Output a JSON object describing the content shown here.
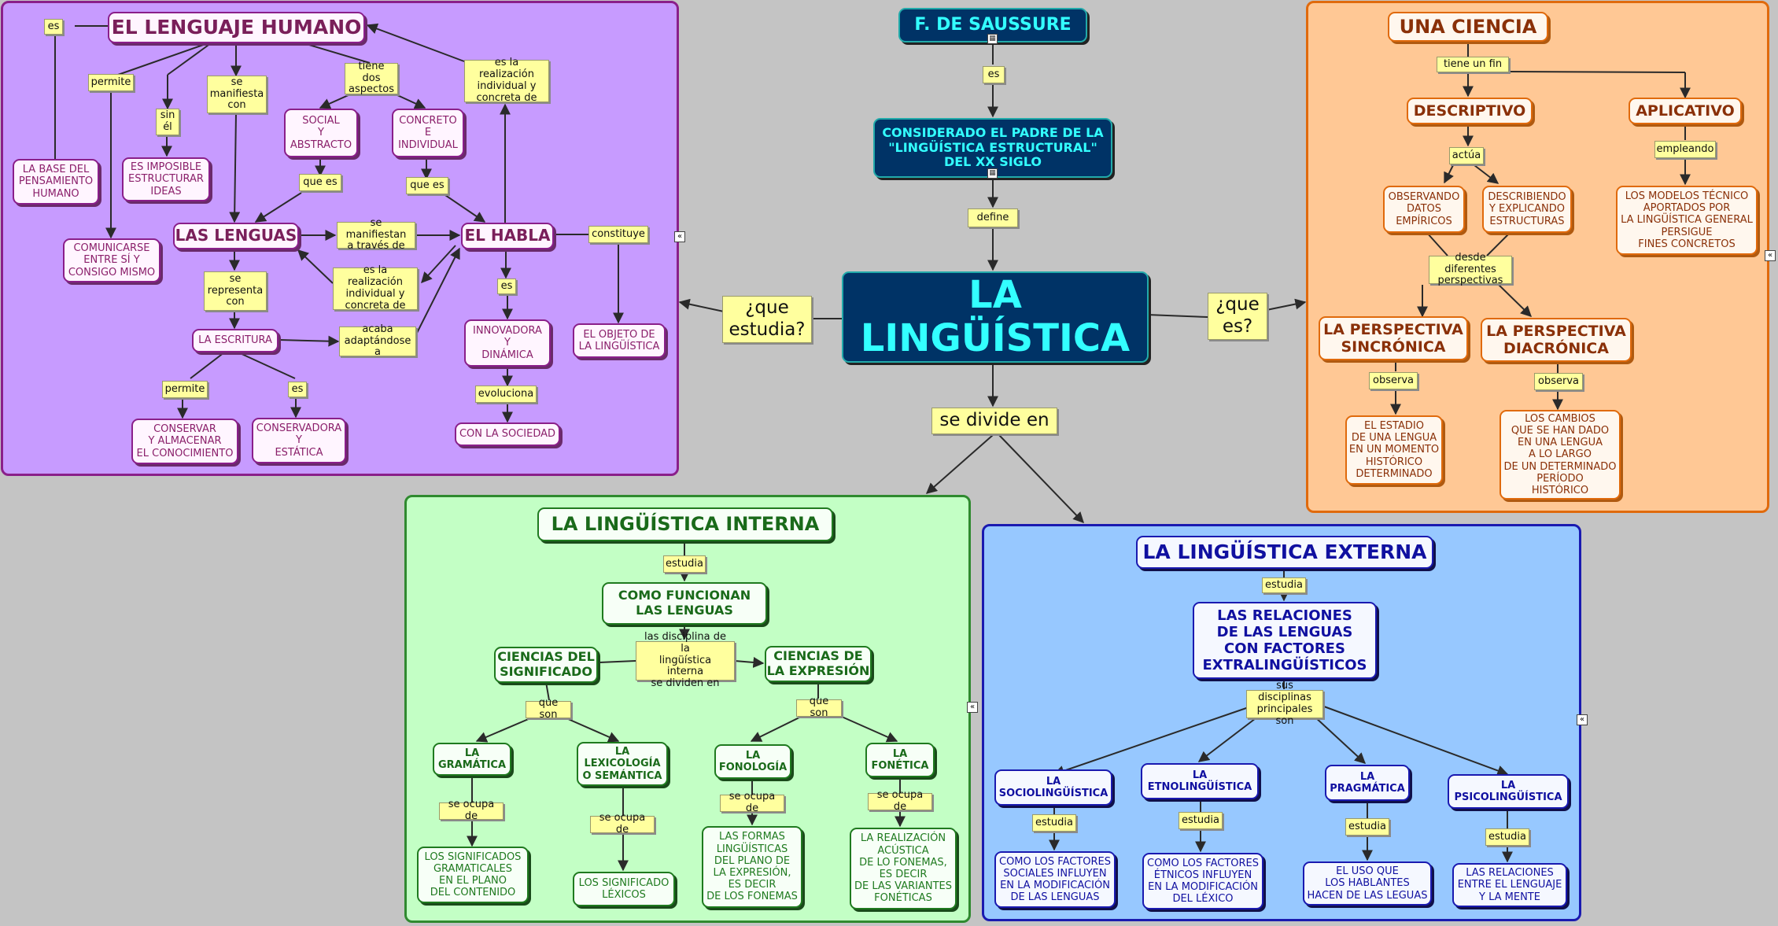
{
  "central": {
    "main": "LA\nLINGÜÍSTICA",
    "saussure": "F. DE SAUSSURE",
    "es": "es",
    "padre": "CONSIDERADO EL PADRE DE LA\n\"LINGÜÍSTICA ESTRUCTURAL\"\nDEL XX SIGLO",
    "define": "define",
    "que_estudia": "¿que\nestudia?",
    "que_es": "¿que\nes?",
    "se_divide": "se divide en"
  },
  "humano": {
    "title": "EL LENGUAJE HUMANO",
    "es_label": "es",
    "base": "LA BASE DEL\nPENSAMIENTO\nHUMANO",
    "permite": "permite",
    "comunicarse": "COMUNICARSE\nENTRE SÍ Y\nCONSIGO MISMO",
    "sin_el": "sin\nél",
    "imposible": "ES IMPOSIBLE\nESTRUCTURAR\nIDEAS",
    "se_manifiesta_con": "se\nmanifiesta\ncon",
    "tiene_dos": "tiene dos\naspectos",
    "social": "SOCIAL\nY\nABSTRACTO",
    "concreto": "CONCRETO\nE\nINDIVIDUAL",
    "que_es_1": "que es",
    "que_es_2": "que es",
    "realizacion_top": "es la realización\nindividual y\nconcreta de",
    "lenguas": "LAS LENGUAS",
    "habla": "EL HABLA",
    "se_manifiestan": "se manifiestan\na través de",
    "realizacion_mid": "es la realización\nindividual y\nconcreta de",
    "constituye": "constituye",
    "objeto": "EL OBJETO DE\nLA LINGÜÍSTICA",
    "se_representa": "se\nrepresenta\ncon",
    "escritura": "LA ESCRITURA",
    "acaba": "acaba\nadaptándose a",
    "permite_2": "permite",
    "es_2": "es",
    "conservar": "CONSERVAR\nY ALMACENAR\nEL CONOCIMIENTO",
    "conservadora": "CONSERVADORA\nY\nESTÁTICA",
    "es_3": "es",
    "innovadora": "INNOVADORA\nY\nDINÁMICA",
    "evoluciona": "evoluciona",
    "sociedad": "CON LA SOCIEDAD"
  },
  "ciencia": {
    "title": "UNA CIENCIA",
    "tiene_fin": "tiene un fin",
    "descriptivo": "DESCRIPTIVO",
    "aplicativo": "APLICATIVO",
    "actua": "actúa",
    "empleando": "empleando",
    "observando": "OBSERVANDO\nDATOS\nEMPÍRICOS",
    "describiendo": "DESCRIBIENDO\nY EXPLICANDO\nESTRUCTURAS",
    "modelos": "LOS MODELOS TÉCNICO\nAPORTADOS POR\nLA LINGÜÍSTICA GENERAL\nPERSIGUE\nFINES CONCRETOS",
    "desde": "desde diferentes\nperspectivas",
    "sincronica": "LA PERSPECTIVA\nSINCRÓNICA",
    "diacronica": "LA PERSPECTIVA\nDIACRÓNICA",
    "observa_1": "observa",
    "observa_2": "observa",
    "estadio": "EL ESTADIO\nDE UNA LENGUA\nEN UN MOMENTO\nHISTÓRICO\nDETERMINADO",
    "cambios": "LOS CAMBIOS\nQUE SE HAN DADO\nEN UNA LENGUA\nA LO LARGO\nDE UN DETERMINADO\nPERÍODO\nHISTÓRICO"
  },
  "interna": {
    "title": "LA LINGÜÍSTICA INTERNA",
    "estudia": "estudia",
    "como": "COMO FUNCIONAN\nLAS LENGUAS",
    "disciplina": "las disciplina de la\nlingüística interna\nse dividen en",
    "significado": "CIENCIAS DEL\nSIGNIFICADO",
    "expresion": "CIENCIAS DE\nLA EXPRESIÓN",
    "que_son_1": "que son",
    "que_son_2": "que son",
    "gramatica": "LA\nGRAMÁTICA",
    "lexicologia": "LA\nLEXICOLOGÍA\nO SEMÁNTICA",
    "fonologia": "LA\nFONOLOGÍA",
    "fonetica": "LA\nFONÉTICA",
    "ocupa_1": "se ocupa de",
    "ocupa_2": "se ocupa de",
    "ocupa_3": "se ocupa de",
    "ocupa_4": "se ocupa de",
    "sig_gram": "LOS SIGNIFICADOS\nGRAMATICALES\nEN EL PLANO\nDEL CONTENIDO",
    "sig_lex": "LOS SIGNIFICADO\nLÉXICOS",
    "formas": "LAS FORMAS\nLINGÜÍSTICAS\nDEL PLANO DE\nLA EXPRESIÓN,\nES DECIR\nDE LOS FONEMAS",
    "realizacion": "LA REALIZACIÓN\nACÚSTICA\nDE LO FONEMAS,\nES DECIR\nDE LAS VARIANTES\nFONÉTICAS"
  },
  "externa": {
    "title": "LA LINGÜÍSTICA EXTERNA",
    "estudia": "estudia",
    "relaciones": "LAS RELACIONES\nDE LAS LENGUAS\nCON FACTORES\nEXTRALINGÜÍSTICOS",
    "sus_disc": "sus disciplinas\nprincipales son",
    "socio": "LA\nSOCIOLINGÜÍSTICA",
    "etno": "LA\nETNOLINGÜÍSTICA",
    "prag": "LA\nPRAGMÁTICA",
    "psico": "LA\nPSICOLINGÜÍSTICA",
    "est_1": "estudia",
    "est_2": "estudia",
    "est_3": "estudia",
    "est_4": "estudia",
    "txt_socio": "COMO LOS FACTORES\nSOCIALES INFLUYEN\nEN LA MODIFICACIÓN\nDE LAS LENGUAS",
    "txt_etno": "COMO LOS FACTORES\nÉTNICOS INFLUYEN\nEN LA MODIFICACIÓN\nDEL LÉXICO",
    "txt_prag": "EL USO QUE\nLOS HABLANTES\nHACEN DE LAS LEGUAS",
    "txt_psico": "LAS RELACIONES\nENTRE EL LENGUAJE\nY LA MENTE"
  },
  "colors": {
    "background": "#c4c4c4",
    "purple_group": "#c79bff",
    "orange_group": "#ffc895",
    "green_group": "#c3ffc5",
    "blue_group": "#97c8ff",
    "central": "#003366",
    "link_label": "#ffff9e"
  }
}
